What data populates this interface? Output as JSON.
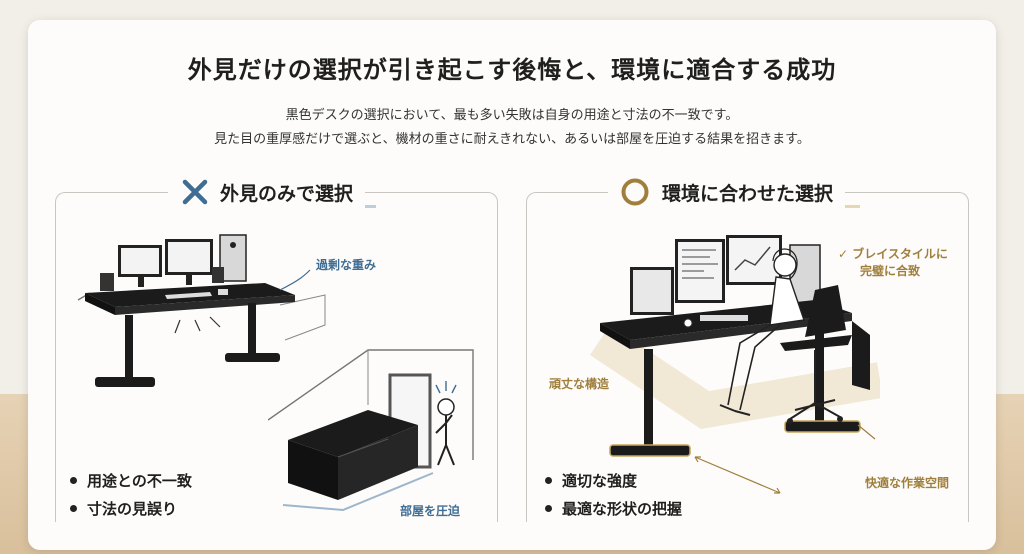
{
  "title": "外見だけの選択が引き起こす後悔と、環境に適合する成功",
  "description": {
    "line1": "黒色デスクの選択において、最も多い失敗は自身の用途と寸法の不一致です。",
    "line2": "見た目の重厚感だけで選ぶと、機材の重さに耐えきれない、あるいは部屋を圧迫する結果を招きます。"
  },
  "left_panel": {
    "heading": "外見のみで選択",
    "callouts": {
      "weight": "過剰な重み",
      "room": "部屋を圧迫"
    },
    "bullets": [
      "用途との不一致",
      "寸法の見誤り"
    ]
  },
  "right_panel": {
    "heading": "環境に合わせた選択",
    "callouts": {
      "style_line1": "✓ ブレイスタイルに",
      "style_line2": "完璧に合致",
      "structure": "頑丈な構造",
      "space": "快適な作業空間"
    },
    "bullets": [
      "適切な強度",
      "最適な形状の把握"
    ]
  },
  "colors": {
    "accent_blue": "#3f6d94",
    "accent_gold": "#a07f3d",
    "desk": "#1b1b1b"
  },
  "icons": {
    "bad": "x-mark-icon",
    "good": "circle-mark-icon"
  }
}
